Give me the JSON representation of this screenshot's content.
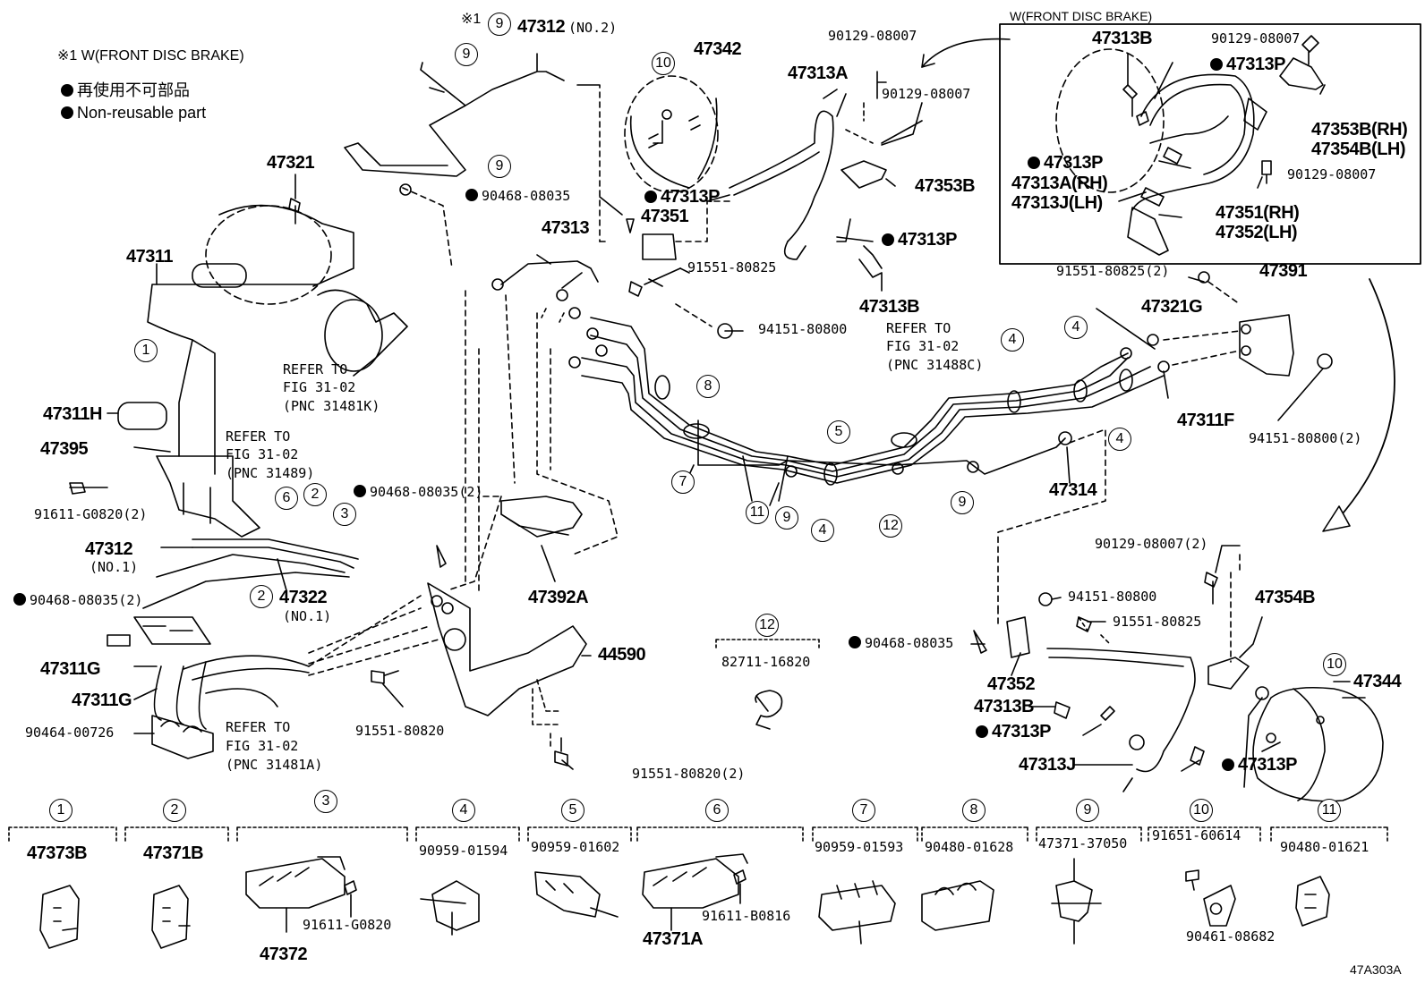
{
  "legend": {
    "note1": "※1 W(FRONT DISC BRAKE)",
    "non_reusable_jp": "再使用不可部品",
    "non_reusable_en": "Non-reusable part"
  },
  "inset": {
    "title": "W(FRONT DISC BRAKE)"
  },
  "parts": {
    "p47321": "47321",
    "p47311": "47311",
    "p47311H": "47311H",
    "p47395": "47395",
    "p91611_G0820_2": "91611-G0820(2)",
    "p47312_no1": "47312",
    "no1_a": "(NO.1)",
    "p90468_08035_2_left": "90468-08035(2)",
    "p47322": "47322",
    "no1_b": "(NO.1)",
    "p47311G_a": "47311G",
    "p47311G_b": "47311G",
    "p90464_00726": "90464-00726",
    "p47312_no2": "47312",
    "no2": "(NO.2)",
    "ref1": "※1",
    "p47342": "47342",
    "p90468_08035_top": "90468-08035",
    "p47313P_a": "47313P",
    "p47351": "47351",
    "p47313": "47313",
    "p91551_80825_a": "91551-80825",
    "p94151_80800_a": "94151-80800",
    "p90129_08007_a": "90129-08007",
    "p47313A": "47313A",
    "p90129_08007_b": "90129-08007",
    "p47353B": "47353B",
    "p47313P_b": "47313P",
    "p47313B_a": "47313B",
    "p90468_08035_2_mid": "90468-08035(2)",
    "p47392A": "47392A",
    "p44590": "44590",
    "p91551_80820": "91551-80820",
    "p91551_80820_2": "91551-80820(2)",
    "p82711_16820": "82711-16820",
    "p91551_80825_2": "91551-80825(2)",
    "p47391": "47391",
    "p47321G": "47321G",
    "p47311F": "47311F",
    "p94151_80800_2": "94151-80800(2)",
    "p47314": "47314",
    "p90129_08007_2": "90129-08007(2)",
    "p94151_80800_b": "94151-80800",
    "p91551_80825_b": "91551-80825",
    "p47354B": "47354B",
    "p90468_08035_right": "90468-08035",
    "p47352": "47352",
    "p47313B_b": "47313B",
    "p47313P_c": "47313P",
    "p47313J": "47313J",
    "p47313P_d": "47313P",
    "p47344": "47344",
    "in_47313B": "47313B",
    "in_90129_08007_a": "90129-08007",
    "in_47313P_a": "47313P",
    "in_47353B_RH": "47353B(RH)",
    "in_47354B_LH": "47354B(LH)",
    "in_47313P_b": "47313P",
    "in_90129_08007_b": "90129-08007",
    "in_47313A_RH": "47313A(RH)",
    "in_47313J_LH": "47313J(LH)",
    "in_47351_RH": "47351(RH)",
    "in_47352_LH": "47352(LH)",
    "diagram_code": "47A303A"
  },
  "refers": [
    {
      "a": "REFER TO",
      "b": "FIG 31-02",
      "c": "(PNC 31481K)"
    },
    {
      "a": "REFER TO",
      "b": "FIG 31-02",
      "c": "(PNC 31489)"
    },
    {
      "a": "REFER TO",
      "b": "FIG 31-02",
      "c": "(PNC 31488C)"
    },
    {
      "a": "REFER TO",
      "b": "FIG 31-02",
      "c": "(PNC 31481A)"
    }
  ],
  "callouts": {
    "c1": "1",
    "c2a": "2",
    "c2b": "2",
    "c3": "3",
    "c4a": "4",
    "c4b": "4",
    "c4c": "4",
    "c4d": "4",
    "c5": "5",
    "c6": "6",
    "c7": "7",
    "c8": "8",
    "c9a": "9",
    "c9b": "9",
    "c9c": "9",
    "c9d": "9",
    "c9e": "9",
    "c10a": "10",
    "c10b": "10",
    "c11": "11",
    "c12a": "12",
    "c12b": "12"
  },
  "clips": [
    {
      "num": "1",
      "parts": [
        "47373B"
      ]
    },
    {
      "num": "2",
      "parts": [
        "47371B"
      ]
    },
    {
      "num": "3",
      "parts": [
        "47372",
        "91611-G0820"
      ]
    },
    {
      "num": "4",
      "parts": [
        "90959-01594"
      ]
    },
    {
      "num": "5",
      "parts": [
        "90959-01602"
      ]
    },
    {
      "num": "6",
      "parts": [
        "47371A",
        "91611-B0816"
      ]
    },
    {
      "num": "7",
      "parts": [
        "90959-01593"
      ]
    },
    {
      "num": "8",
      "parts": [
        "90480-01628"
      ]
    },
    {
      "num": "9",
      "parts": [
        "47371-37050"
      ]
    },
    {
      "num": "10",
      "parts": [
        "91651-60614",
        "90461-08682"
      ]
    },
    {
      "num": "11",
      "parts": [
        "90480-01621"
      ]
    }
  ]
}
